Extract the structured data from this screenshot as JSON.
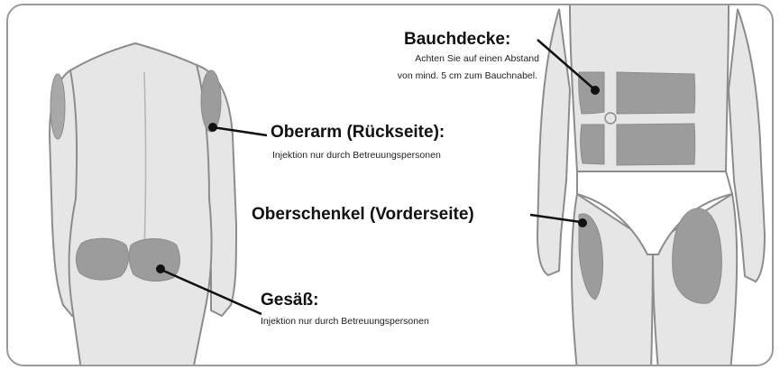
{
  "colors": {
    "background": "#ffffff",
    "frame": "#9a9a9a",
    "body_fill": "#e6e6e6",
    "body_outline": "#8c8c8c",
    "injection_site": "#9c9c9c",
    "leader_line": "#111111"
  },
  "labels": {
    "abdomen": {
      "title": "Bauchdecke:",
      "note_line1": "Achten Sie auf einen Abstand",
      "note_line2": "von mind. 5 cm zum Bauchnabel."
    },
    "upper_arm": {
      "title": "Oberarm (Rückseite):",
      "note": "Injektion nur durch Betreuungspersonen"
    },
    "thigh": {
      "title": "Oberschenkel (Vorderseite)"
    },
    "buttocks": {
      "title": "Gesäß:",
      "note": "Injektion nur durch Betreuungspersonen"
    }
  }
}
